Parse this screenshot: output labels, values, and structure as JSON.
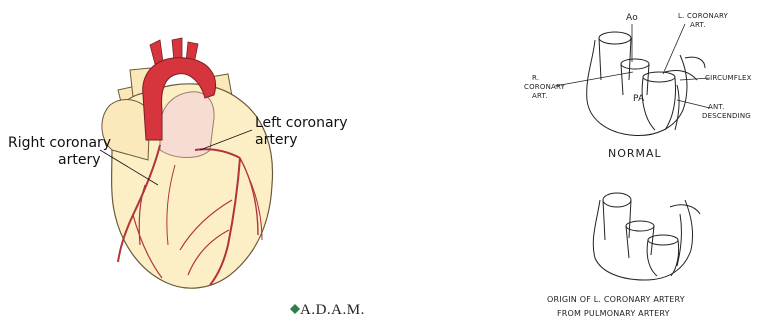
{
  "left_figure": {
    "label_right_coronary_line1": "Right coronary",
    "label_right_coronary_line2": "artery",
    "label_left_coronary_line1": "Left coronary",
    "label_left_coronary_line2": "artery",
    "logo_text": "A.D.A.M.",
    "colors": {
      "heart_fill": "#fcefc6",
      "aorta": "#d6353d",
      "artery": "#b2343a",
      "outline": "#6b5a3a"
    }
  },
  "right_figure": {
    "top_labels": {
      "ao": "Ao",
      "l_coronary_1": "L. CORONARY",
      "l_coronary_2": "ART.",
      "r_1": "R.",
      "r_2": "CORONARY",
      "r_3": "ART.",
      "circumflex": "CIRCUMFLEX",
      "pa": "PA",
      "ant_1": "ANT.",
      "ant_2": "DESCENDING"
    },
    "top_caption": "NORMAL",
    "bottom_caption_line1": "ORIGIN OF L. CORONARY ARTERY",
    "bottom_caption_line2": "FROM PULMONARY ARTERY"
  }
}
